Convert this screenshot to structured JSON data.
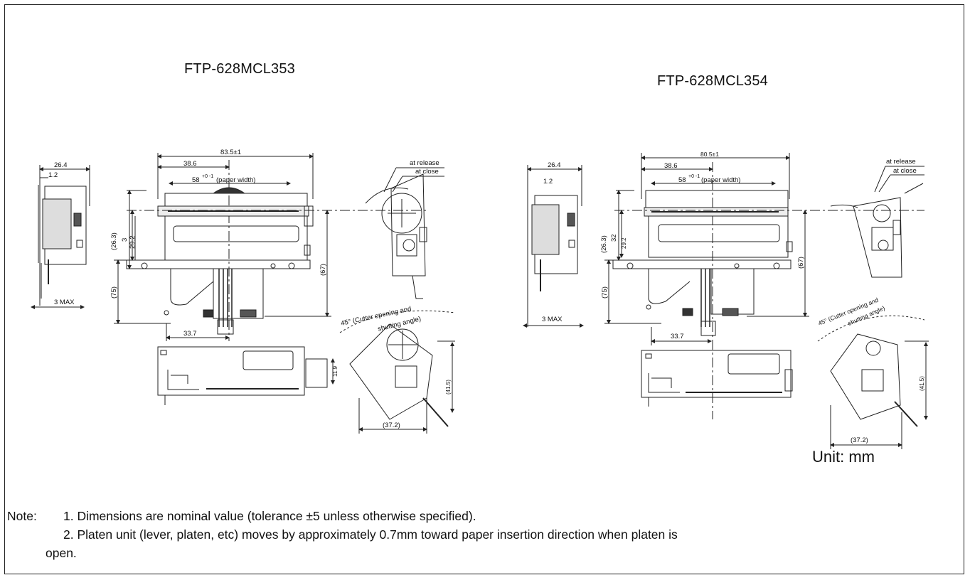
{
  "titles": {
    "left_model": "FTP-628MCL353",
    "right_model": "FTP-628MCL354"
  },
  "unit_label": "Unit: mm",
  "left_drawing": {
    "dim_side_width": "26.4",
    "dim_side_small": "1.2",
    "dim_side_max": "3 MAX",
    "dim_overall_width": "83.5±1",
    "dim_38_6": "38.6",
    "dim_paper_width": "58",
    "dim_paper_tol": "+0 -1",
    "dim_paper_label": "(paper width)",
    "dim_26": "(26.3)",
    "dim_3": "3",
    "dim_29": "29.2",
    "dim_75": "(75)",
    "dim_67": "(67)",
    "dim_33_7": "33.7",
    "dim_11_9": "11.9",
    "dim_41": "(41.5)",
    "dim_37_2": "(37.2)",
    "label_at_release": "at release",
    "label_at_close": "at close",
    "label_angle": "45° (Cutter opening and",
    "label_angle2": "shutting angle)"
  },
  "right_drawing": {
    "dim_side_width": "26.4",
    "dim_side_small": "1.2",
    "dim_side_max": "3 MAX",
    "dim_overall_width": "80.5±1",
    "dim_38_6": "38.6",
    "dim_paper_width": "58",
    "dim_paper_tol": "+0 -1",
    "dim_paper_label": "(paper width)",
    "dim_26": "(26.3)",
    "dim_32": "32",
    "dim_29": "29.2",
    "dim_75": "(75)",
    "dim_67": "(67)",
    "dim_33_7": "33.7",
    "dim_41": "(41.5)",
    "dim_37_2": "(37.2)",
    "label_at_release": "at release",
    "label_at_close": "at close",
    "label_angle": "45° (Cutter opening and",
    "label_angle2": "shutting angle)"
  },
  "notes": {
    "label": "Note:",
    "line1": "1. Dimensions are nominal value (tolerance ±5 unless otherwise specified).",
    "line2": "2. Platen unit (lever, platen, etc) moves by approximately 0.7mm toward paper insertion direction when platen is",
    "line2_cont": "open."
  },
  "colors": {
    "line": "#222222",
    "hatch": "#444444",
    "background": "#ffffff"
  }
}
